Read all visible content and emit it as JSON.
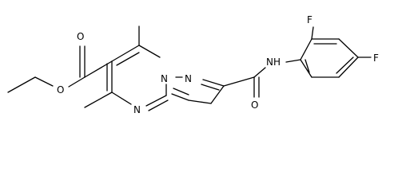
{
  "molecule": {
    "atoms": {
      "ester_o_carbonyl": "O",
      "ester_o_ether": "O",
      "n_aromatic_1": "N",
      "n_aromatic_2": "N",
      "n_aromatic_3": "N",
      "amide_nh": "NH",
      "amide_o": "O",
      "fluorine_1": "F",
      "fluorine_2": "F"
    }
  }
}
